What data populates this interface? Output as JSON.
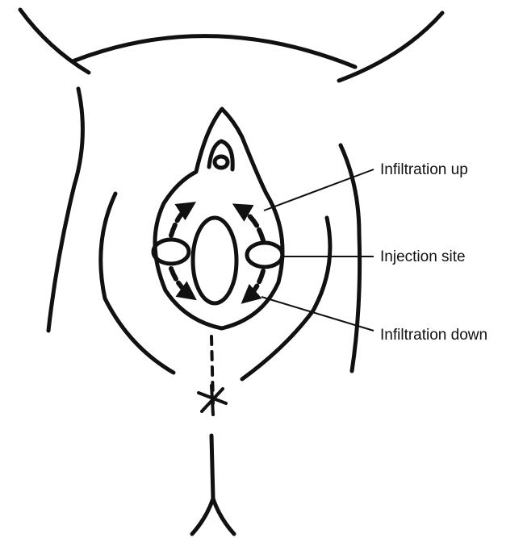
{
  "labels": {
    "infiltration_up": "Infiltration up",
    "injection_site": "Injection site",
    "infiltration_down": "Infiltration down"
  },
  "colors": {
    "line": "#111111",
    "background": "#ffffff"
  }
}
